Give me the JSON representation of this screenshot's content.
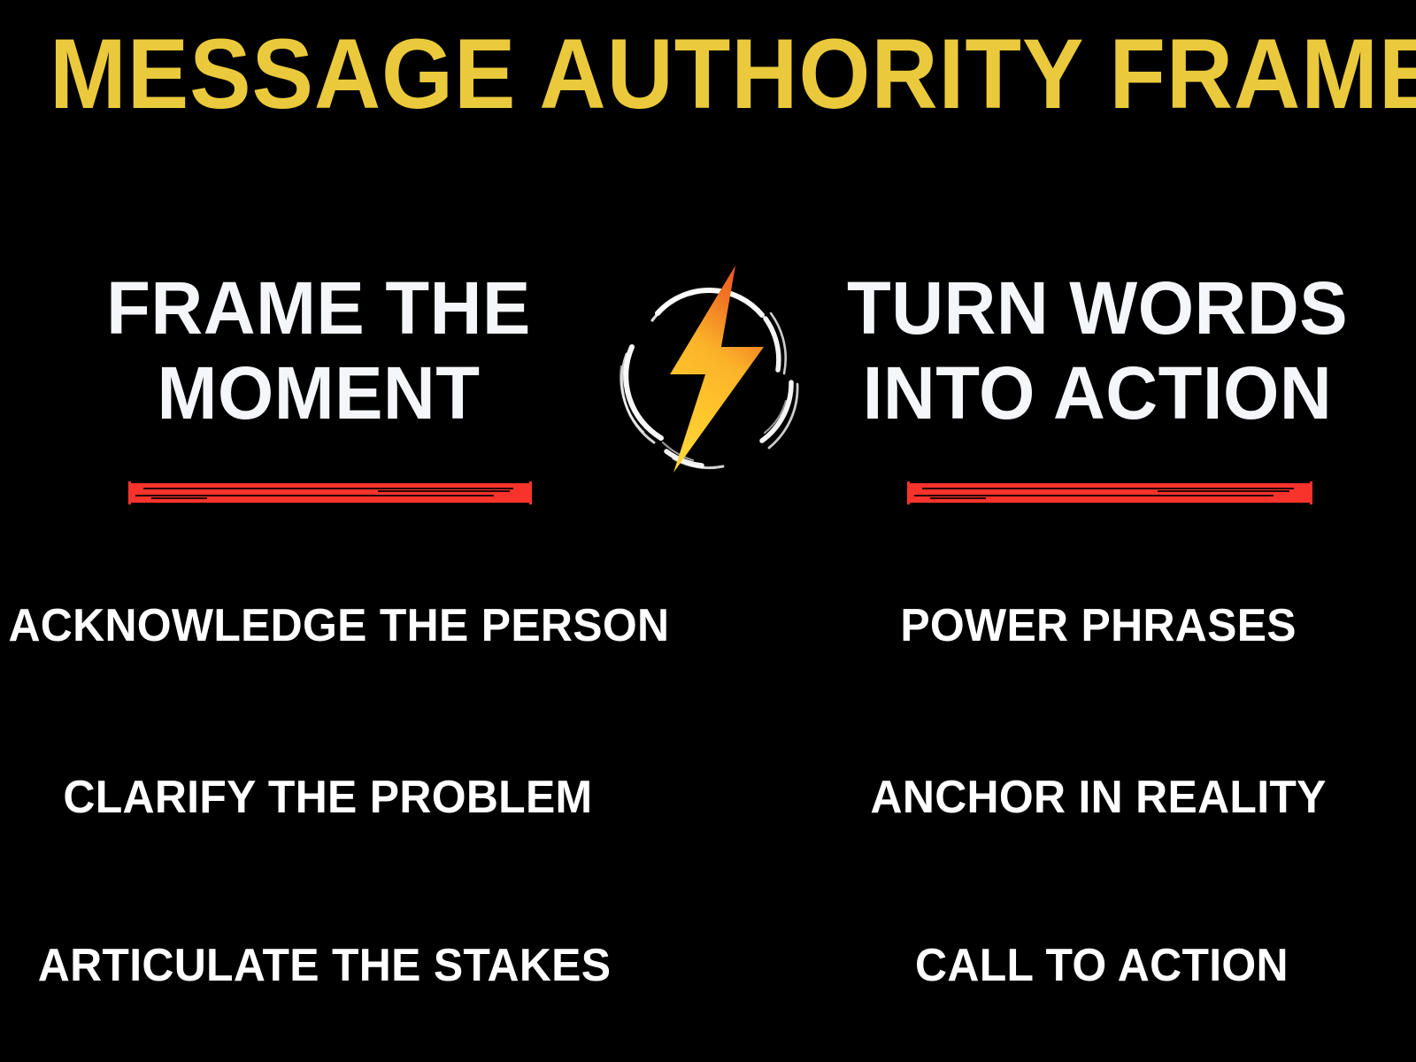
{
  "slide": {
    "background_color": "#000000",
    "title": "MESSAGE AUTHORITY FRAMEWORK",
    "title_color": "#EAC93C",
    "accent_rule_color": "#F8332C",
    "heading_color": "#F4F6FA",
    "item_color": "#FFFFFF"
  },
  "center_icon": {
    "name": "lightning-bolt-in-sketch-circle",
    "bolt_gradient_start": "#E8602C",
    "bolt_gradient_end": "#FFC528",
    "circle_stroke_color": "#FFFFFF"
  },
  "columns": [
    {
      "id": "frame-the-moment",
      "heading_line_1": "FRAME THE",
      "heading_line_2": "MOMENT",
      "items": [
        "ACKNOWLEDGE THE PERSON",
        "CLARIFY THE PROBLEM",
        "ARTICULATE THE STAKES"
      ]
    },
    {
      "id": "turn-words-into-action",
      "heading_line_1": "TURN WORDS",
      "heading_line_2": "INTO ACTION",
      "items": [
        "POWER PHRASES",
        "ANCHOR IN REALITY",
        "CALL TO ACTION"
      ]
    }
  ]
}
